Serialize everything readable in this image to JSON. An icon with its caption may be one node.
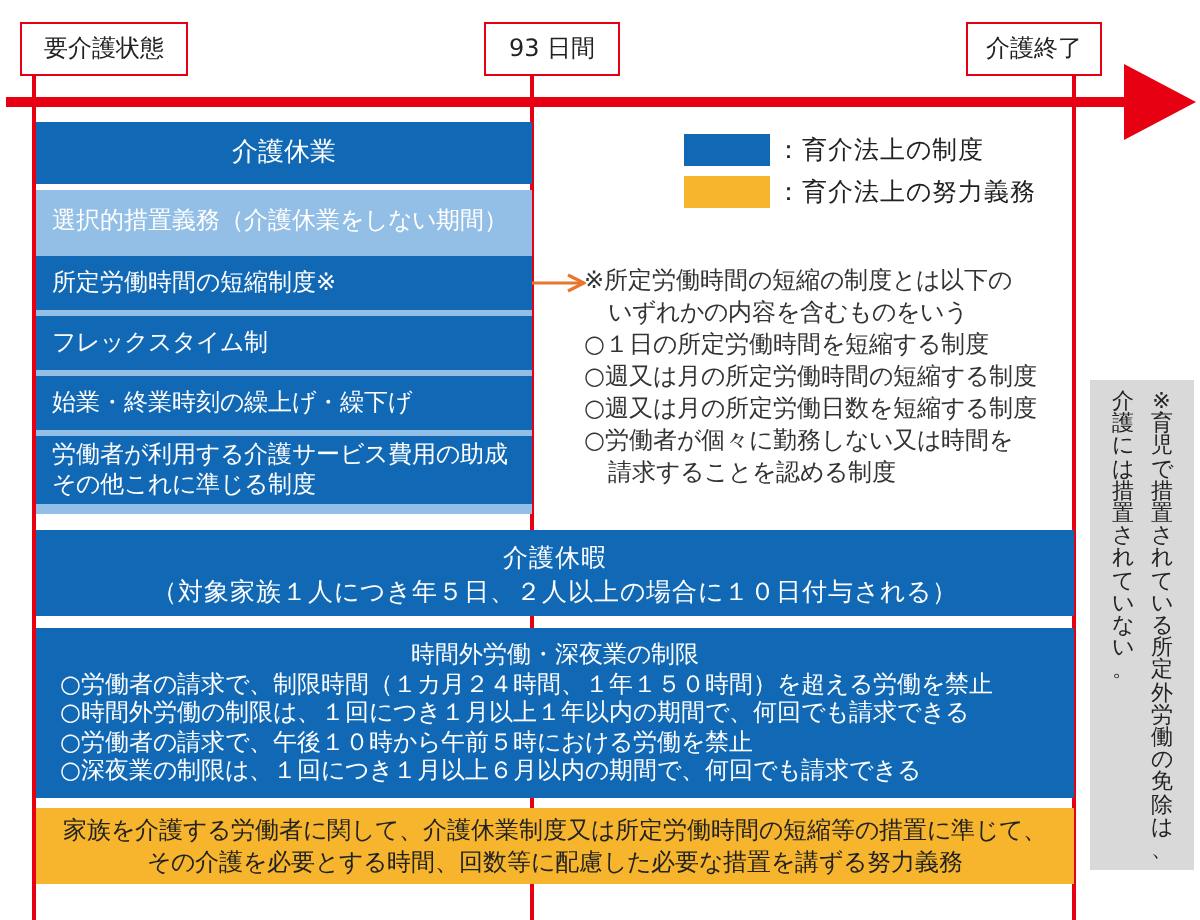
{
  "diagram": {
    "nodes": [
      {
        "text": [
          "要介護状態"
        ]
      },
      {
        "text": [
          "93 日間"
        ]
      },
      {
        "text": [
          "介護終了"
        ]
      },
      {
        "text": [
          "介護休業"
        ]
      },
      {
        "text": [
          "選択的措置義務（介護休業をしない期間）"
        ]
      },
      {
        "text": [
          "所定労働時間の短縮制度※"
        ],
        "in": 4
      },
      {
        "text": [
          "フレックスタイム制"
        ],
        "in": 4
      },
      {
        "text": [
          "始業・終業時刻の繰上げ・繰下げ"
        ],
        "in": 4
      },
      {
        "text": [
          "労働者が利用する介護サービス費用の助成その他これに準じる制度"
        ],
        "in": 4
      },
      {
        "text": [
          "※所定労働時間の短縮の制度とは以下のいずれかの内容を含むものをいう",
          "○１日の所定労働時間を短縮する制度",
          "○週又は月の所定労働時間の短縮する制度",
          "○週又は月の所定労働日数を短縮する制度",
          "○労働者が個々に勤務しない又は時間を請求することを認める制度"
        ]
      },
      {
        "text": [
          "介護休暇",
          "（対象家族１人につき年５日、２人以上の場合に１０日付与される）"
        ]
      },
      {
        "text": [
          "時間外労働・深夜業の制限",
          "○労働者の請求で、制限時間（１カ月２４時間、１年１５０時間）を超える労働を禁止",
          "○時間外労働の制限は、１回につき１月以上１年以内の期間で、何回でも請求できる",
          "○労働者の請求で、午後１０時から午前５時における労働を禁止",
          "○深夜業の制限は、１回につき１月以上６月以内の期間で、何回でも請求できる"
        ]
      },
      {
        "text": [
          "家族を介護する労働者に関して、介護休業制度又は所定労働時間の短縮等の措置に準じて、その介護を必要とする時間、回数等に配慮した必要な措置を講ずる努力義務"
        ]
      },
      {
        "text": [
          "※育児で措置されている所定外労働の免除は、介護には措置されていない。"
        ]
      }
    ],
    "edges": [
      {
        "from": 5,
        "to": 9,
        "arrow": "to",
        "color": "#e9762d"
      }
    ],
    "legend": [
      {
        "text": "：育介法上の制度",
        "color": "#1169b5"
      },
      {
        "text": "：育介法上の努力義務",
        "color": "#f6b52c"
      }
    ]
  }
}
